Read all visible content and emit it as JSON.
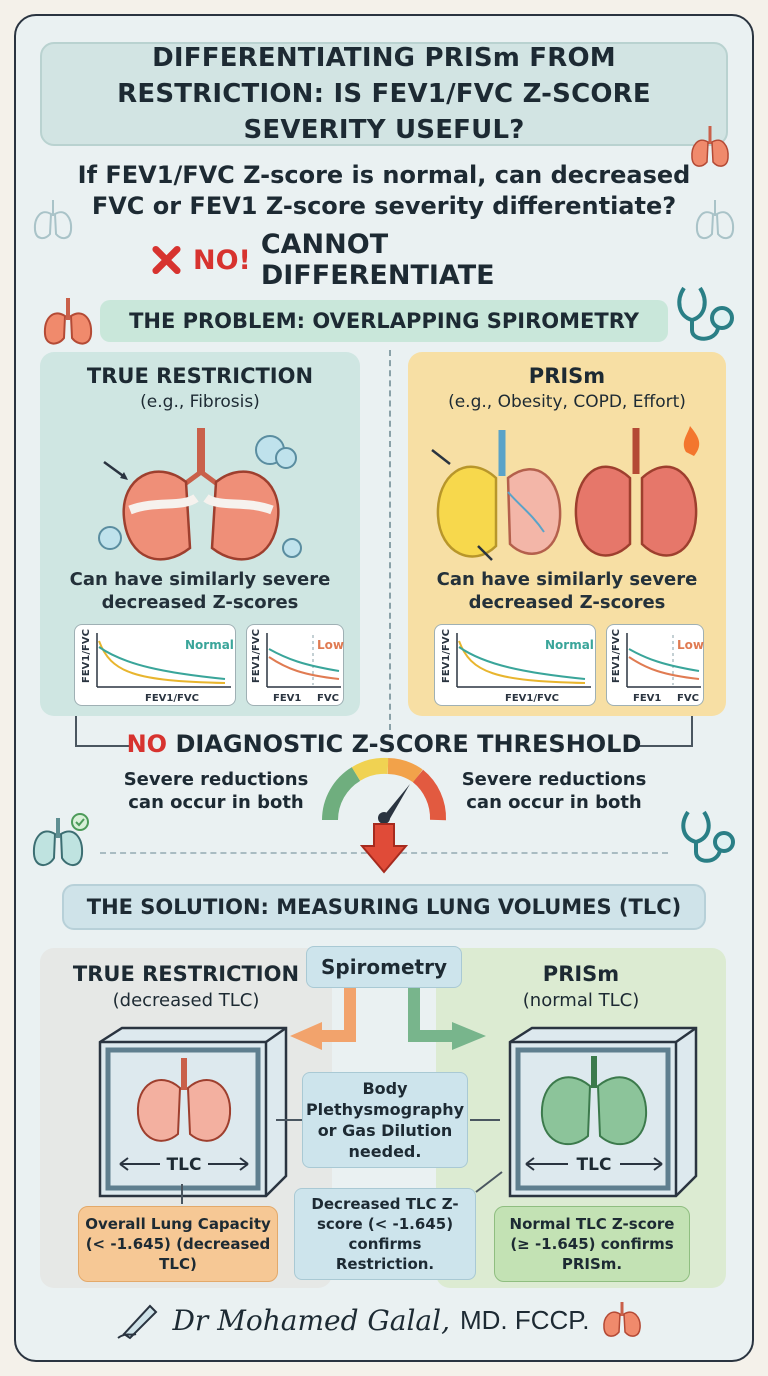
{
  "title": "DIFFERENTIATING PRISm FROM RESTRICTION: IS FEV1/FVC Z-SCORE SEVERITY USEFUL?",
  "question": "If FEV1/FVC Z-score is normal, can decreased FVC or FEV1 Z-score severity differentiate?",
  "answer": {
    "no": "NO!",
    "text": "CANNOT DIFFERENTIATE"
  },
  "problem_heading": "THE PROBLEM: OVERLAPPING SPIROMETRY",
  "panels": {
    "restriction": {
      "title": "TRUE RESTRICTION",
      "subtitle": "(e.g., Fibrosis)",
      "text": "Can have similarly severe decreased Z-scores",
      "chart1": {
        "ylabel": "FEV1/FVC",
        "xlabel": "FEV1/FVC",
        "tag": "Normal"
      },
      "chart2": {
        "ylabel": "FEV1/FVC",
        "xlabel1": "FEV1",
        "xlabel2": "FVC",
        "tag": "Low"
      }
    },
    "prism": {
      "title": "PRISm",
      "subtitle": "(e.g., Obesity, COPD, Effort)",
      "text": "Can have similarly severe decreased Z-scores",
      "chart1": {
        "ylabel": "FEV1/FVC",
        "xlabel": "FEV1/FVC",
        "tag": "Normal"
      },
      "chart2": {
        "ylabel": "FEV1/FVC",
        "xlabel1": "FEV1",
        "xlabel2": "FVC",
        "tag": "Low"
      }
    }
  },
  "threshold": {
    "no": "NO",
    "text": "DIAGNOSTIC Z-SCORE THRESHOLD"
  },
  "side_left": "Severe reductions can occur in both",
  "side_right": "Severe reductions can occur in both",
  "solution_heading": "THE SOLUTION: MEASURING LUNG VOLUMES (TLC)",
  "spirometry": "Spirometry",
  "left": {
    "title": "TRUE RESTRICTION",
    "subtitle": "(decreased TLC)",
    "tlc": "TLC",
    "note": "Overall Lung Capacity (< -1.645) (decreased TLC)"
  },
  "right": {
    "title": "PRISm",
    "subtitle": "(normal TLC)",
    "tlc": "TLC",
    "note": "Normal TLC Z-score (≥ -1.645) confirms PRISm."
  },
  "method": "Body Plethysmography or Gas Dilution needed.",
  "confirm": "Decreased TLC Z-score (< -1.645) confirms Restriction.",
  "footer": {
    "signature": "Dr Mohamed Galal,",
    "credentials": "MD. FCCP."
  },
  "colors": {
    "red": "#d7332f",
    "teal": "#3aa59a",
    "orange": "#e07b52",
    "green": "#6fae7e",
    "panel_teal": "#cfe6e2",
    "panel_yellow": "#f7dfa4"
  }
}
